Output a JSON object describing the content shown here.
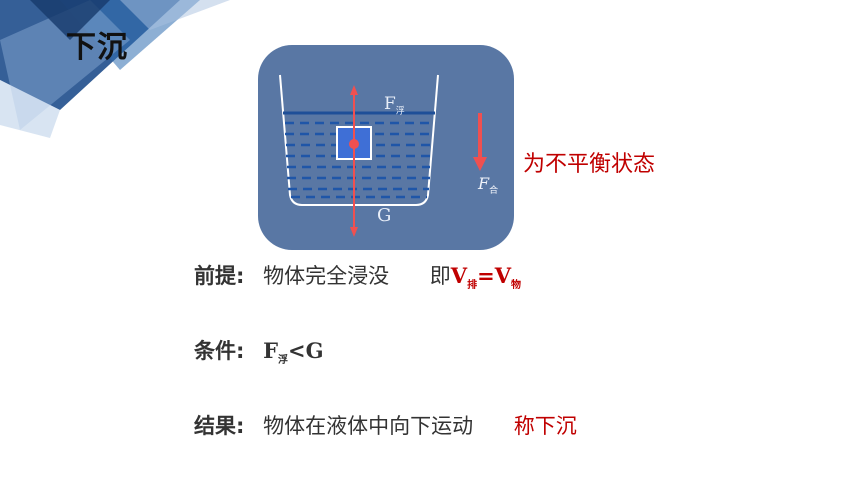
{
  "slide": {
    "title": "下沉",
    "accent_color": "#1f4e8c"
  },
  "diagram": {
    "buoyancy_symbol": "F",
    "buoyancy_sub": "浮",
    "gravity_label": "G",
    "net_force_symbol": "F",
    "net_force_sub": "合",
    "panel_color": "#5977a4",
    "arrow_color": "#f05050",
    "block_color": "#3f6fd6"
  },
  "state_text": "为不平衡状态",
  "premise": {
    "label": "前提:",
    "text": "物体完全浸没",
    "prefix": "即",
    "v1": "V",
    "v1_sub": "排",
    "equals": "=",
    "v2": "V",
    "v2_sub": "物"
  },
  "condition": {
    "label": "条件:",
    "f": "F",
    "f_sub": "浮",
    "relation": "<",
    "g": "G"
  },
  "result": {
    "label": "结果:",
    "text": "物体在液体中向下运动",
    "conclusion": "称下沉"
  }
}
